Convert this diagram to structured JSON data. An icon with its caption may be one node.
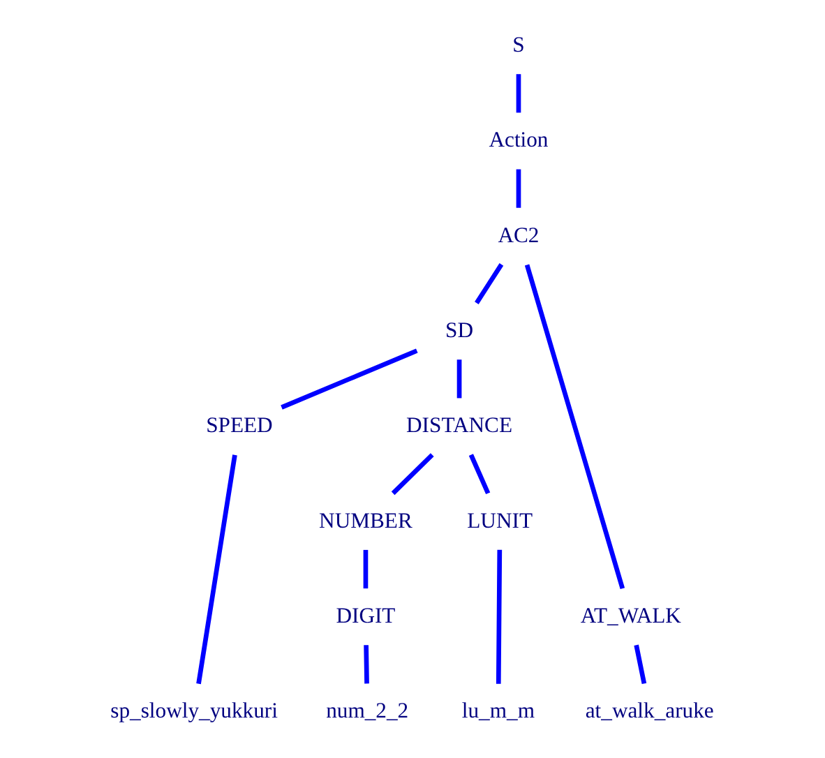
{
  "diagram": {
    "nodes": [
      {
        "text": [
          "S"
        ]
      },
      {
        "text": [
          "Action"
        ]
      },
      {
        "text": [
          "AC2"
        ]
      },
      {
        "text": [
          "SD"
        ]
      },
      {
        "text": [
          "AT_WALK"
        ]
      },
      {
        "text": [
          "SPEED"
        ]
      },
      {
        "text": [
          "DISTANCE"
        ]
      },
      {
        "text": [
          "NUMBER"
        ]
      },
      {
        "text": [
          "LUNIT"
        ]
      },
      {
        "text": [
          "DIGIT"
        ]
      },
      {
        "text": [
          "sp_slowly_yukkuri"
        ]
      },
      {
        "text": [
          "num_2_2"
        ]
      },
      {
        "text": [
          "lu_m_m"
        ]
      },
      {
        "text": [
          "at_walk_aruke"
        ]
      }
    ],
    "edges": [
      {
        "from": 0,
        "to": 1,
        "arrow": "none"
      },
      {
        "from": 1,
        "to": 2,
        "arrow": "none"
      },
      {
        "from": 2,
        "to": 3,
        "arrow": "none"
      },
      {
        "from": 2,
        "to": 4,
        "arrow": "none"
      },
      {
        "from": 3,
        "to": 5,
        "arrow": "none"
      },
      {
        "from": 3,
        "to": 6,
        "arrow": "none"
      },
      {
        "from": 6,
        "to": 7,
        "arrow": "none"
      },
      {
        "from": 6,
        "to": 8,
        "arrow": "none"
      },
      {
        "from": 7,
        "to": 9,
        "arrow": "none"
      },
      {
        "from": 5,
        "to": 10,
        "arrow": "none"
      },
      {
        "from": 9,
        "to": 11,
        "arrow": "none"
      },
      {
        "from": 8,
        "to": 12,
        "arrow": "none"
      },
      {
        "from": 4,
        "to": 13,
        "arrow": "none"
      }
    ]
  }
}
